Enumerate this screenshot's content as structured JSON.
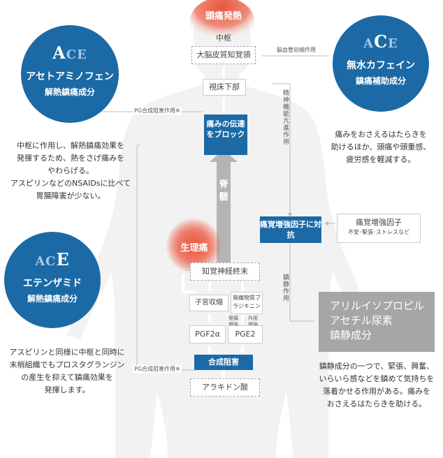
{
  "head": {
    "headache": "頭痛発熱",
    "central": "中枢",
    "cortex": "大脳皮質知覚領",
    "thalamus": "視床下部"
  },
  "spine": "脊髄",
  "block_pain": "痛みの伝達をブロック",
  "physiological_pain": "生理痛",
  "sensory_nerve": "知覚神経終末",
  "uterine": "子宮収縮",
  "algogenic": "発痛物質ブラジキニン",
  "synergy_left": "発痛増強",
  "synergy_right": "作用増強",
  "pgf": "PGF2α",
  "pge": "PGE2",
  "synthesis_block": "合成阻害",
  "arachidonic": "アラキドン酸",
  "pg_label_top": "PG合成阻害作用※",
  "pg_label_bottom": "PG合成阻害作用※",
  "vaso_label": "脳血管収縮作用",
  "mental_label": "精神機能亢進作用",
  "sedative_label": "鎮静作用",
  "enhancer_box": "痛覚増強因子に対抗",
  "enhancer_factor": {
    "title": "痛覚増強因子",
    "sub": "不安･緊張･ストレスなど"
  },
  "acetaminophen": {
    "logo_a": "A",
    "logo_rest": "CE",
    "name": "アセトアミノフェン",
    "sub": "解熱鎮痛成分"
  },
  "caffeine": {
    "logo_a": "A",
    "logo_c": "C",
    "logo_e": "E",
    "name": "無水カフェイン",
    "sub": "鎮痛補助成分"
  },
  "ethenzamide": {
    "logo_ac": "AC",
    "logo_e": "E",
    "name": "エテンザミド",
    "sub": "解熱鎮痛成分"
  },
  "desc_acetaminophen": [
    "中枢に作用し、解熱鎮痛効果を",
    "発揮するため、熱をさげ痛みを",
    "やわらげる。",
    "アスピリンなどのNSAIDsに比べて",
    "胃腸障害が少ない。"
  ],
  "desc_caffeine": [
    "痛みをおさえるはたらきを",
    "助けるほか、頭痛や頭重感、",
    "疲労感を軽減する。"
  ],
  "desc_ethenzamide": [
    "アスピリンと同様に中枢と同時に",
    "末梢組織でもプロスタグランジン",
    "の産生を抑えて鎮痛効果を",
    "発揮します。"
  ],
  "allyl": {
    "line1": "アリルイソプロピル",
    "line2": "アセチル尿素",
    "line3": "鎮静成分"
  },
  "desc_allyl": [
    "鎮静成分の一つで、緊張、興奮、",
    "いらいら感などを鎮めて気持ちを",
    "落着かせる作用がある。痛みを",
    "おさえるはたらきを助ける。"
  ],
  "colors": {
    "brand_blue": "#1b6aa5",
    "pain_red": "#e8543f",
    "body_gray": "#f2f2f2",
    "spine_gray": "#b4b4b4",
    "allyl_gray": "#a6a6a6"
  }
}
